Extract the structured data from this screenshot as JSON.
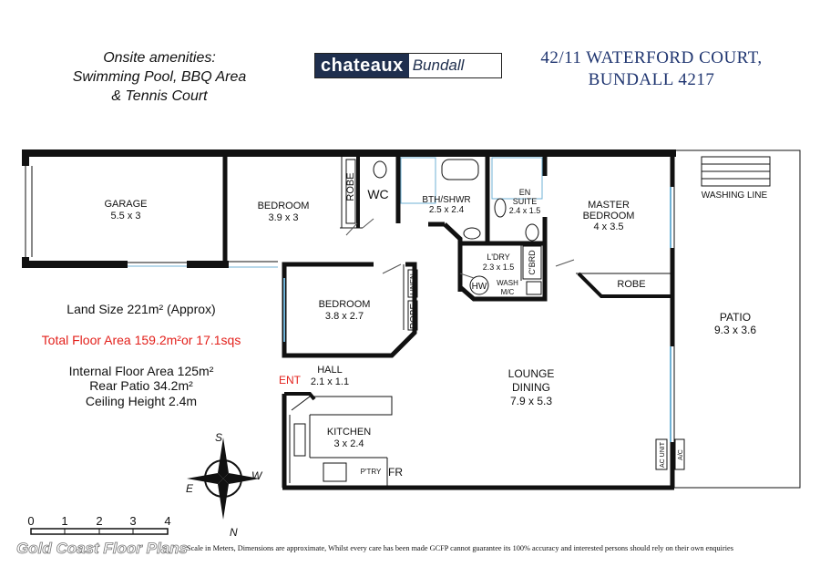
{
  "header": {
    "amenities": [
      "Onsite amenities:",
      "Swimming Pool, BBQ Area",
      "& Tennis Court"
    ],
    "logo": {
      "brand": "chateaux",
      "suffix": "Bundall"
    },
    "address": [
      "42/11 WATERFORD COURT,",
      "BUNDALL 4217"
    ]
  },
  "info": {
    "land_size": "Land Size 221m² (Approx)",
    "total_floor": "Total Floor Area 159.2m²or 17.1sqs",
    "internal": "Internal Floor Area 125m²",
    "patio": "Rear Patio 34.2m²",
    "ceiling": "Ceiling Height 2.4m"
  },
  "rooms": {
    "garage": {
      "name": "GARAGE",
      "dim": "5.5 x 3"
    },
    "bedroom1": {
      "name": "BEDROOM",
      "dim": "3.9 x 3"
    },
    "robe1": "ROBE",
    "wc": "WC",
    "bath": {
      "name": "BTH/SHWR",
      "dim": "2.5 x 2.4"
    },
    "ensuite": {
      "name1": "EN",
      "name2": "SUITE",
      "dim": "2.4 x 1.5"
    },
    "master": {
      "name1": "MASTER",
      "name2": "BEDROOM",
      "dim": "4 x 3.5"
    },
    "washing_line": "WASHING LINE",
    "laundry": {
      "name": "L'DRY",
      "dim": "2.3 x 1.5"
    },
    "cbrd": "C'BRD",
    "hw": "HW",
    "wash": {
      "l1": "WASH",
      "l2": "M/C"
    },
    "robe_master": "ROBE",
    "bedroom2": {
      "name": "BEDROOM",
      "dim": "3.8 x 2.7"
    },
    "linen": "LINEN",
    "robe2": "ROBE",
    "patio": {
      "name": "PATIO",
      "dim": "9.3 x 3.6"
    },
    "hall": {
      "name": "HALL",
      "dim": "2.1 x 1.1"
    },
    "ent": "ENT",
    "lounge": {
      "name1": "LOUNGE",
      "name2": "DINING",
      "dim": "7.9 x 5.3"
    },
    "kitchen": {
      "name": "KITCHEN",
      "dim": "3 x 2.4"
    },
    "pantry": "P'TRY",
    "fridge": "FR",
    "ac_unit": "AC UNIT",
    "ac": "A/C"
  },
  "compass": {
    "n": "N",
    "s": "S",
    "e": "E",
    "w": "W"
  },
  "scale": {
    "ticks": [
      "0",
      "1",
      "2",
      "3",
      "4"
    ]
  },
  "footer": {
    "brand": "Gold Coast Floor Plans",
    "disclaimer": "Scale in Meters, Dimensions are approximate, Whilst every care has been made GCFP cannot guarantee its 100% accuracy and interested persons should rely on their own enquiries"
  },
  "colors": {
    "accent_red": "#e3201b",
    "address_blue": "#1f3570",
    "window_blue": "#6fb2d6"
  }
}
